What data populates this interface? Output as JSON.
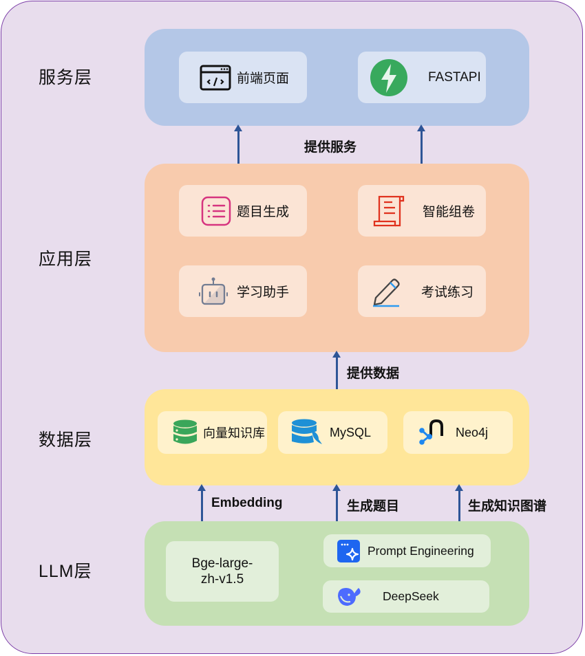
{
  "layers": {
    "service": {
      "label": "服务层",
      "color": "#b4c7e7",
      "items": [
        {
          "label": "前端页面",
          "icon": "code-window-icon"
        },
        {
          "label": "FASTAPI",
          "icon": "fastapi-bolt-icon",
          "icon_color": "#38a95d"
        }
      ]
    },
    "application": {
      "label": "应用层",
      "color": "#f8cbad",
      "items": [
        {
          "label": "题目生成",
          "icon": "list-icon",
          "icon_color": "#d6337f"
        },
        {
          "label": "智能组卷",
          "icon": "scroll-icon",
          "icon_color": "#e0321e"
        },
        {
          "label": "学习助手",
          "icon": "robot-icon",
          "icon_color": "#727c92"
        },
        {
          "label": "考试练习",
          "icon": "pencil-icon",
          "icon_color": "#2e9bf0"
        }
      ]
    },
    "data": {
      "label": "数据层",
      "color": "#ffe699",
      "items": [
        {
          "label": "向量知识库",
          "icon": "database-icon",
          "icon_color": "#3aa65a"
        },
        {
          "label": "MySQL",
          "icon": "mysql-icon",
          "icon_color": "#1e90d6"
        },
        {
          "label": "Neo4j",
          "icon": "neo4j-icon",
          "icon_color": "#1e88f0"
        }
      ]
    },
    "llm": {
      "label": "LLM层",
      "color": "#c5e0b4",
      "items": [
        {
          "label": "Bge-large-zh-v1.5",
          "line1": "Bge-large-",
          "line2": "zh-v1.5"
        },
        {
          "label": "Prompt Engineering",
          "icon": "prompt-sparkle-icon",
          "icon_color": "#1e66f0"
        },
        {
          "label": "DeepSeek",
          "icon": "deepseek-whale-icon",
          "icon_color": "#4d6bfe"
        }
      ]
    }
  },
  "arrows": {
    "provide_service": "提供服务",
    "provide_data": "提供数据",
    "embedding": "Embedding",
    "generate_questions": "生成题目",
    "generate_kg": "生成知识图谱"
  },
  "colors": {
    "arrow": "#2e5597",
    "frame_border": "#7a3ba6",
    "frame_bg": "#e8dded"
  }
}
